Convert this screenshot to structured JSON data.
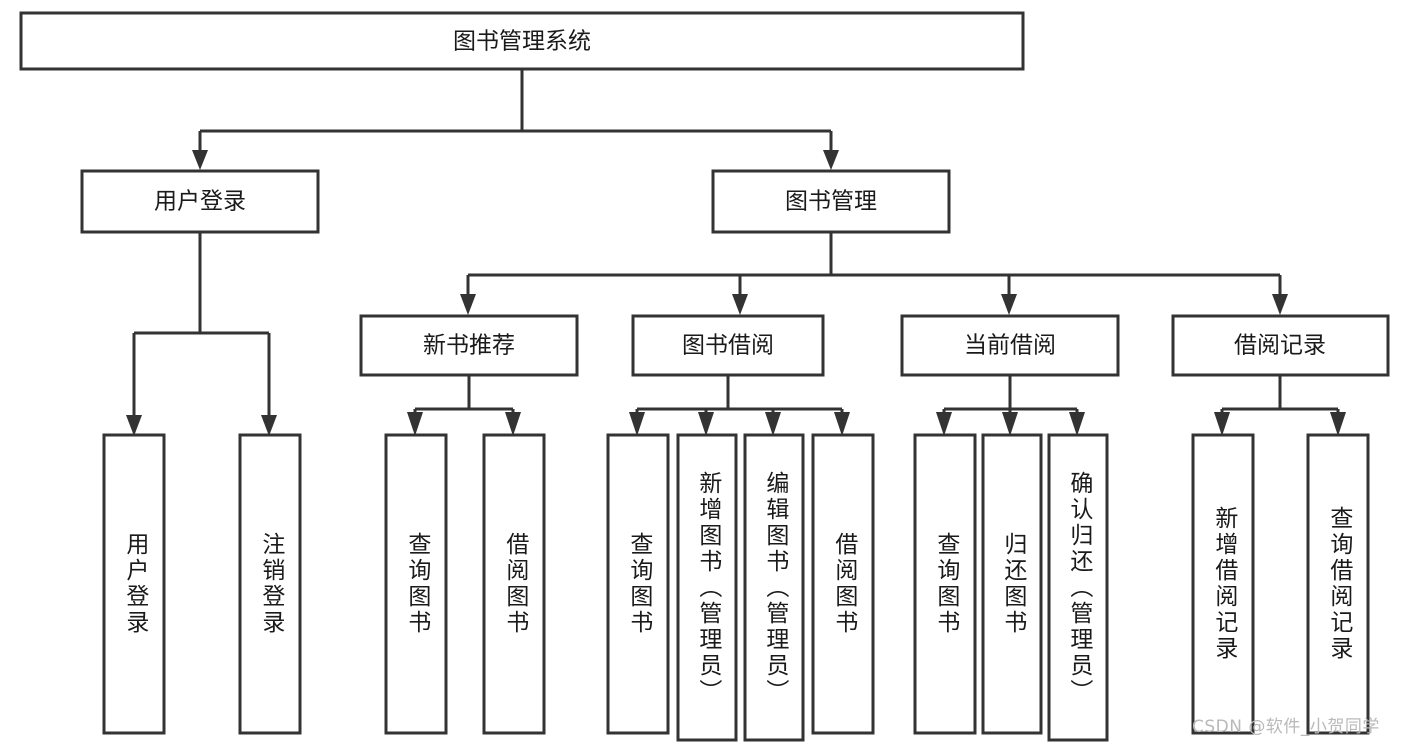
{
  "diagram": {
    "title": "图书管理系统",
    "watermark": "CSDN @软件_小贺同学",
    "colors": {
      "stroke": "#333333",
      "box_fill": "#ffffff",
      "text": "#1a1a1a",
      "watermark": "#b9b9b9",
      "background": "#ffffff"
    },
    "root": {
      "label": "图书管理系统"
    },
    "level2": [
      {
        "label": "用户登录"
      },
      {
        "label": "图书管理"
      }
    ],
    "level3": [
      {
        "label": "新书推荐"
      },
      {
        "label": "图书借阅"
      },
      {
        "label": "当前借阅"
      },
      {
        "label": "借阅记录"
      }
    ],
    "leaves": {
      "user_login": [
        {
          "label": "用户登录"
        },
        {
          "label": "注销登录"
        }
      ],
      "new_book_recommend": [
        {
          "label": "查询图书"
        },
        {
          "label": "借阅图书"
        }
      ],
      "book_borrow": [
        {
          "label": "查询图书"
        },
        {
          "label": "新增图书（管理员）"
        },
        {
          "label": "编辑图书（管理员）"
        },
        {
          "label": "借阅图书"
        }
      ],
      "current_borrow": [
        {
          "label": "查询图书"
        },
        {
          "label": "归还图书"
        },
        {
          "label": "确认归还（管理员）"
        }
      ],
      "borrow_record": [
        {
          "label": "新增借阅记录"
        },
        {
          "label": "查询借阅记录"
        }
      ]
    }
  }
}
